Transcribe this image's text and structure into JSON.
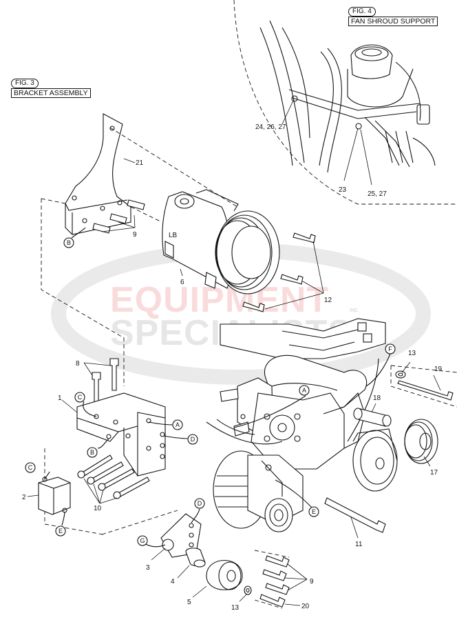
{
  "fig3": {
    "tag": "FIG. 3",
    "title": "BRACKET ASSEMBLY"
  },
  "fig4": {
    "tag": "FIG. 4",
    "title": "FAN SHROUD SUPPORT"
  },
  "watermark": {
    "line1": "EQUIPMENT",
    "line2": "SPECIALISTS",
    "tm": "INC."
  },
  "compressor_mark": "LB",
  "callouts": {
    "p1": "1",
    "p2": "2",
    "p3": "3",
    "p4": "4",
    "p5": "5",
    "p6": "6",
    "p8": "8",
    "p9a": "9",
    "p9b": "9",
    "p10": "10",
    "p11": "11",
    "p12": "12",
    "p13a": "13",
    "p13b": "13",
    "p17": "17",
    "p18": "18",
    "p19": "19",
    "p20": "20",
    "p21": "21",
    "p23": "23",
    "p24": "24, 26, 27",
    "p25": "25, 27"
  },
  "letters": {
    "A1": "A",
    "A2": "A",
    "B1": "B",
    "B2": "B",
    "C1": "C",
    "C2": "C",
    "D1": "D",
    "D2": "D",
    "E1": "E",
    "E2": "E",
    "F1": "F",
    "G1": "G"
  },
  "colors": {
    "line": "#111111",
    "watermark_red": "#e23b3b",
    "watermark_gray": "#7b7b7b"
  }
}
